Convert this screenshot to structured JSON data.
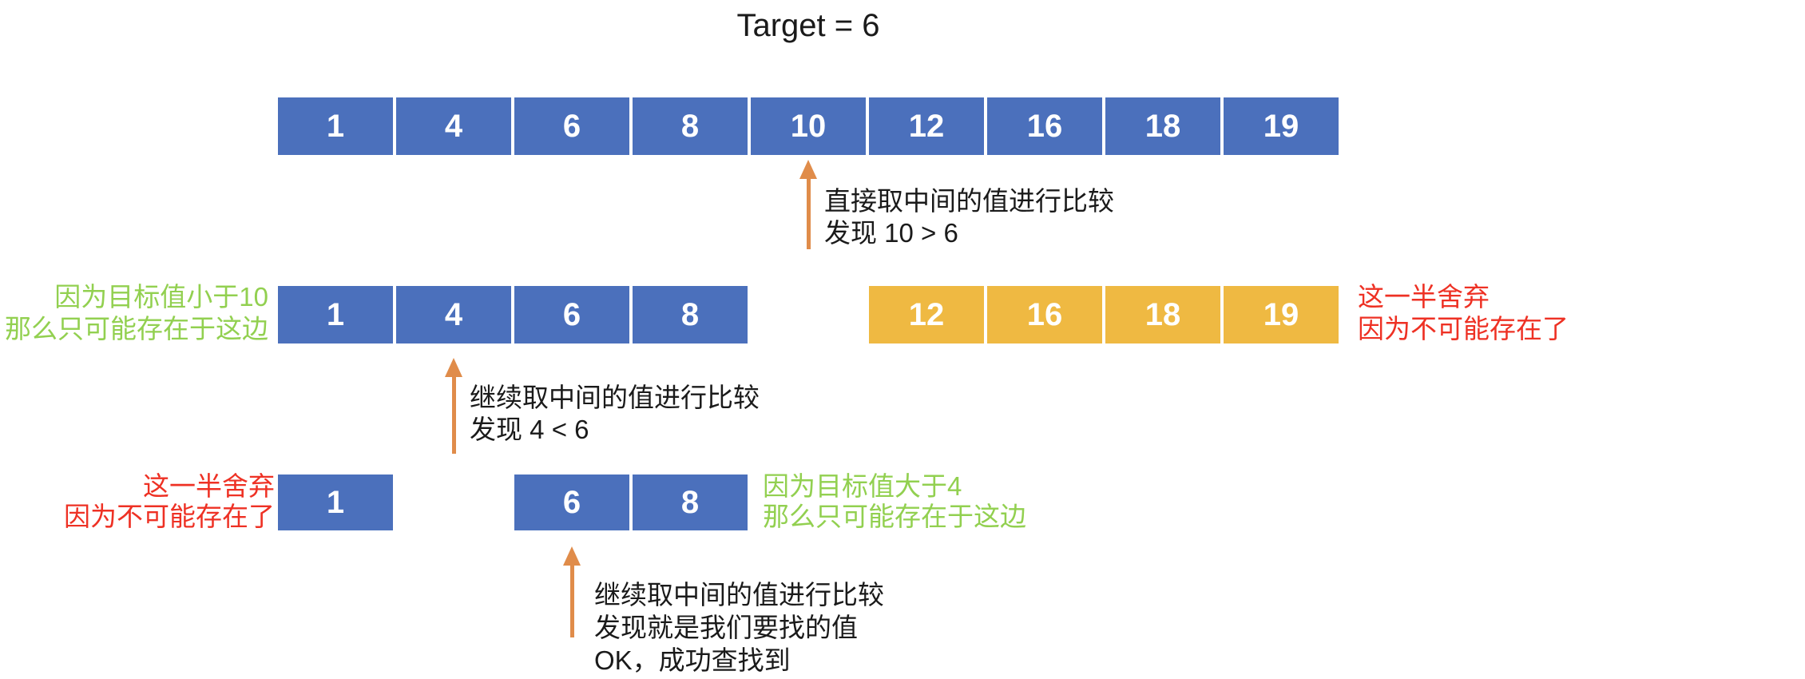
{
  "title": "Target = 6",
  "colors": {
    "box_blue": "#4B70BC",
    "box_yellow": "#EFB942",
    "arrow_orange": "#E08C4A",
    "text_green": "#92D050",
    "text_red": "#EE3124",
    "ink": "#1A1A1A"
  },
  "arrays": {
    "step1_full": [
      "1",
      "4",
      "6",
      "8",
      "10",
      "12",
      "16",
      "18",
      "19"
    ],
    "step2_kept_left": [
      "1",
      "4",
      "6",
      "8"
    ],
    "step2_discarded_right": [
      "12",
      "16",
      "18",
      "19"
    ],
    "step3_discarded_left": [
      "1"
    ],
    "step3_kept_mid": [
      "6",
      "8"
    ]
  },
  "annotations": {
    "step1": {
      "line1": "直接取中间的值进行比较",
      "line2": "发现 10 > 6"
    },
    "step2": {
      "line1": "继续取中间的值进行比较",
      "line2": "发现 4 < 6"
    },
    "step3": {
      "line1": "继续取中间的值进行比较",
      "line2": "发现就是我们要找的值",
      "line3": "OK，成功查找到"
    },
    "keep_left": {
      "line1": "因为目标值小于10",
      "line2": "那么只可能存在于这边"
    },
    "discard_right": {
      "line1": "这一半舍弃",
      "line2": "因为不可能存在了"
    },
    "discard_left": {
      "line1": "这一半舍弃",
      "line2": "因为不可能存在了"
    },
    "keep_right": {
      "line1": "因为目标值大于4",
      "line2": "那么只可能存在于这边"
    }
  }
}
